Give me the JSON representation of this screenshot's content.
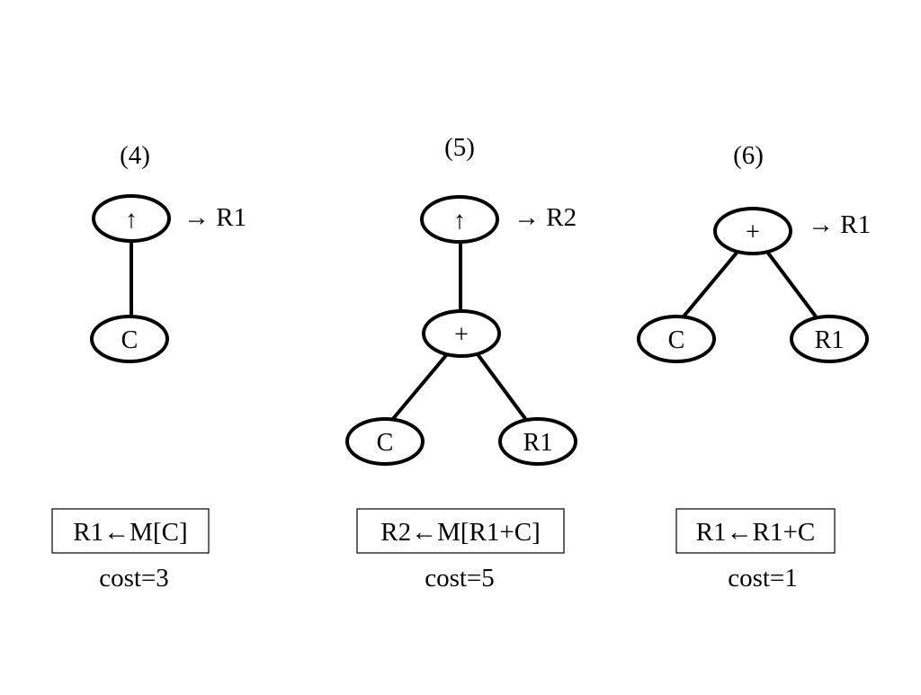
{
  "diagrams": [
    {
      "number": "(4)",
      "nodes": {
        "root": "↑",
        "child": "C"
      },
      "output": "→ R1",
      "instruction": "R1←M[C]",
      "cost": "cost=3"
    },
    {
      "number": "(5)",
      "nodes": {
        "root": "↑",
        "mid": "+",
        "left": "C",
        "right": "R1"
      },
      "output": "→ R2",
      "instruction": "R2←M[R1+C]",
      "cost": "cost=5"
    },
    {
      "number": "(6)",
      "nodes": {
        "root": "+",
        "left": "C",
        "right": "R1"
      },
      "output": "→ R1",
      "instruction": "R1←R1+C",
      "cost": "cost=1"
    }
  ]
}
